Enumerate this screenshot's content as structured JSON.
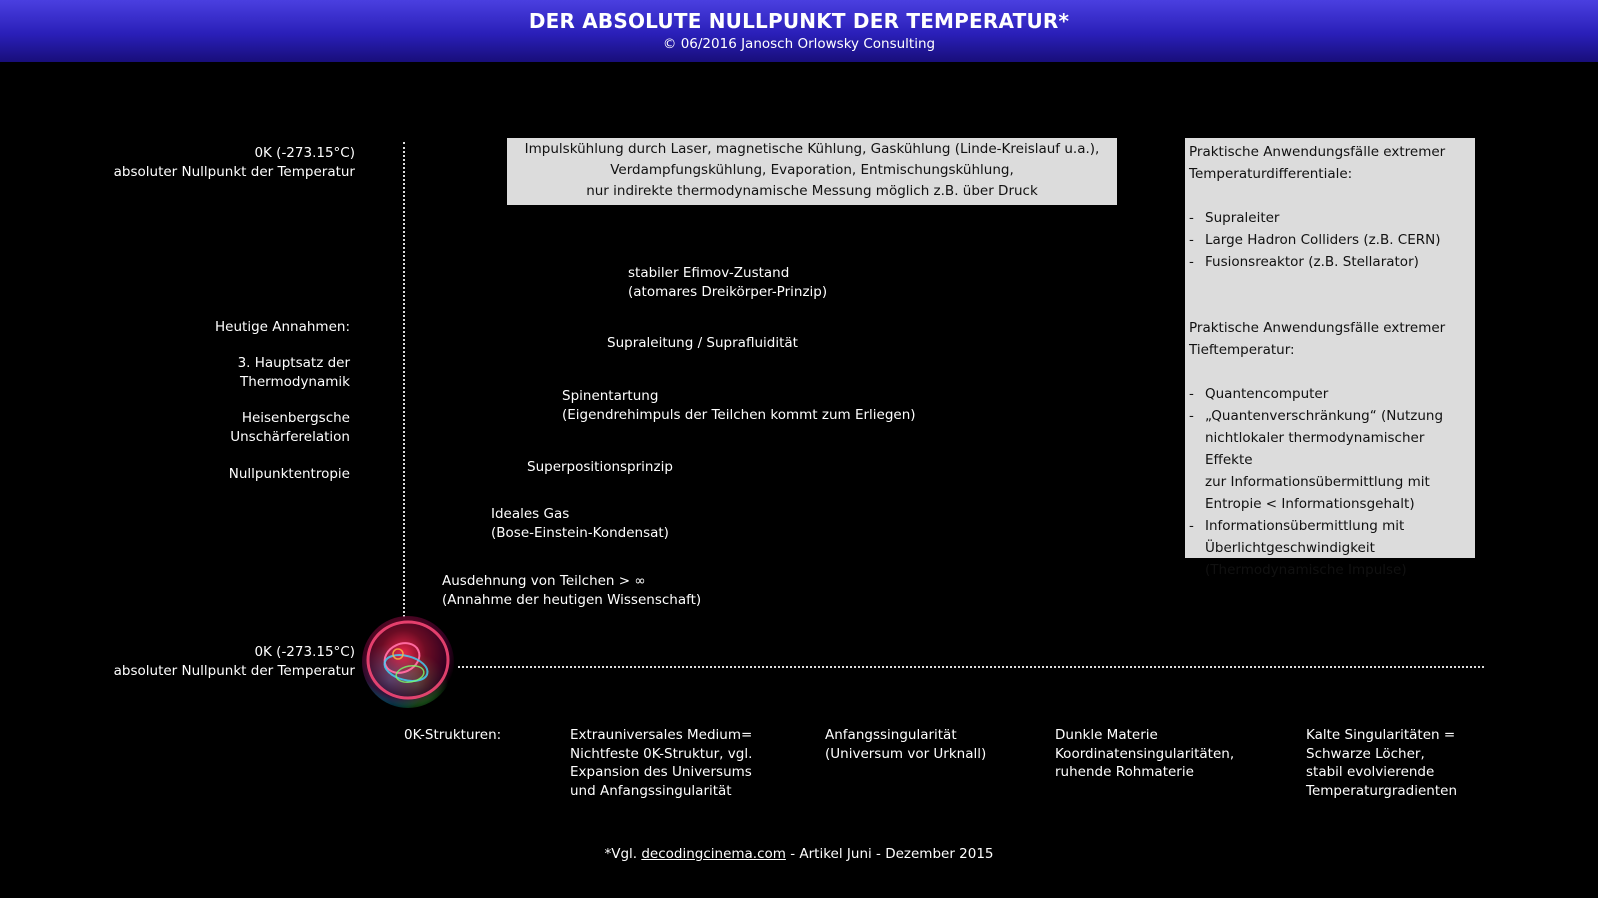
{
  "header": {
    "title": "DER ABSOLUTE NULLPUNKT DER TEMPERATUR*",
    "subtitle": "© 06/2016 Janosch Orlowsky Consulting"
  },
  "top_axis_label": {
    "line1": "0K (-273.15°C)",
    "line2": "absoluter Nullpunkt der Temperatur"
  },
  "bottom_axis_label": {
    "line1": "0K (-273.15°C)",
    "line2": "absoluter Nullpunkt der Temperatur"
  },
  "assumptions": {
    "heading": "Heutige Annahmen:",
    "items": [
      {
        "line1": "3. Hauptsatz der",
        "line2": "Thermodynamik"
      },
      {
        "line1": "Heisenbergsche",
        "line2": "Unschärferelation"
      },
      {
        "line1": "Nullpunktentropie",
        "line2": ""
      }
    ]
  },
  "cooling_box": {
    "line1": "Impulskühlung durch Laser, magnetische Kühlung, Gaskühlung (Linde-Kreislauf u.a.),",
    "line2": "Verdampfungskühlung, Evaporation, Entmischungskühlung,",
    "line3": "nur indirekte thermodynamische Messung möglich z.B. über Druck"
  },
  "phenomena": [
    {
      "line1": "stabiler Efimov-Zustand",
      "line2": "(atomares Dreikörper-Prinzip)"
    },
    {
      "line1": "Supraleitung / Suprafluidität",
      "line2": ""
    },
    {
      "line1": "Spinentartung",
      "line2": "(Eigendrehimpuls der Teilchen kommt zum Erliegen)"
    },
    {
      "line1": "Superpositionsprinzip",
      "line2": ""
    },
    {
      "line1": "Ideales Gas",
      "line2": "(Bose-Einstein-Kondensat)"
    },
    {
      "line1": "Ausdehnung von Teilchen > ∞",
      "line2": "(Annahme der heutigen Wissenschaft)"
    }
  ],
  "applications": {
    "heading1_line1": "Praktische Anwendungsfälle extremer",
    "heading1_line2": "Temperaturdifferentiale:",
    "list1": [
      "Supraleiter",
      "Large Hadron Colliders (z.B. CERN)",
      "Fusionsreaktor (z.B. Stellarator)"
    ],
    "heading2_line1": "Praktische Anwendungsfälle extremer",
    "heading2_line2": "Tieftemperatur:",
    "list2": [
      {
        "lines": [
          "Quantencomputer"
        ]
      },
      {
        "lines": [
          "„Quantenverschränkung“ (Nutzung",
          "nichtlokaler thermodynamischer Effekte",
          "zur Informationsübermittlung mit",
          "Entropie < Informationsgehalt)"
        ]
      },
      {
        "lines": [
          "Informationsübermittlung mit",
          "Überlichtgeschwindigkeit",
          "(Thermodynamische Impulse)"
        ]
      }
    ]
  },
  "structures": {
    "label": "0K-Strukturen:",
    "items": [
      {
        "lines": [
          "Extrauniversales Medium=",
          "Nichtfeste 0K-Struktur, vgl.",
          "Expansion des Universums",
          "und Anfangssingularität"
        ]
      },
      {
        "lines": [
          "Anfangssingularität",
          "(Universum vor Urknall)"
        ]
      },
      {
        "lines": [
          "Dunkle Materie",
          "Koordinatensingularitäten,",
          "ruhende Rohmaterie"
        ]
      },
      {
        "lines": [
          "Kalte Singularitäten =",
          "Schwarze Löcher,",
          "stabil evolvierende",
          "Temperaturgradienten"
        ]
      }
    ]
  },
  "footnote": {
    "prefix": "*Vgl. ",
    "link": "decodingcinema.com",
    "suffix": " - Artikel Juni - Dezember 2015"
  },
  "colors": {
    "header_top": "#4a3fe0",
    "header_bottom": "#180e7a",
    "box_bg": "#dcdcdc",
    "background": "#000000"
  }
}
